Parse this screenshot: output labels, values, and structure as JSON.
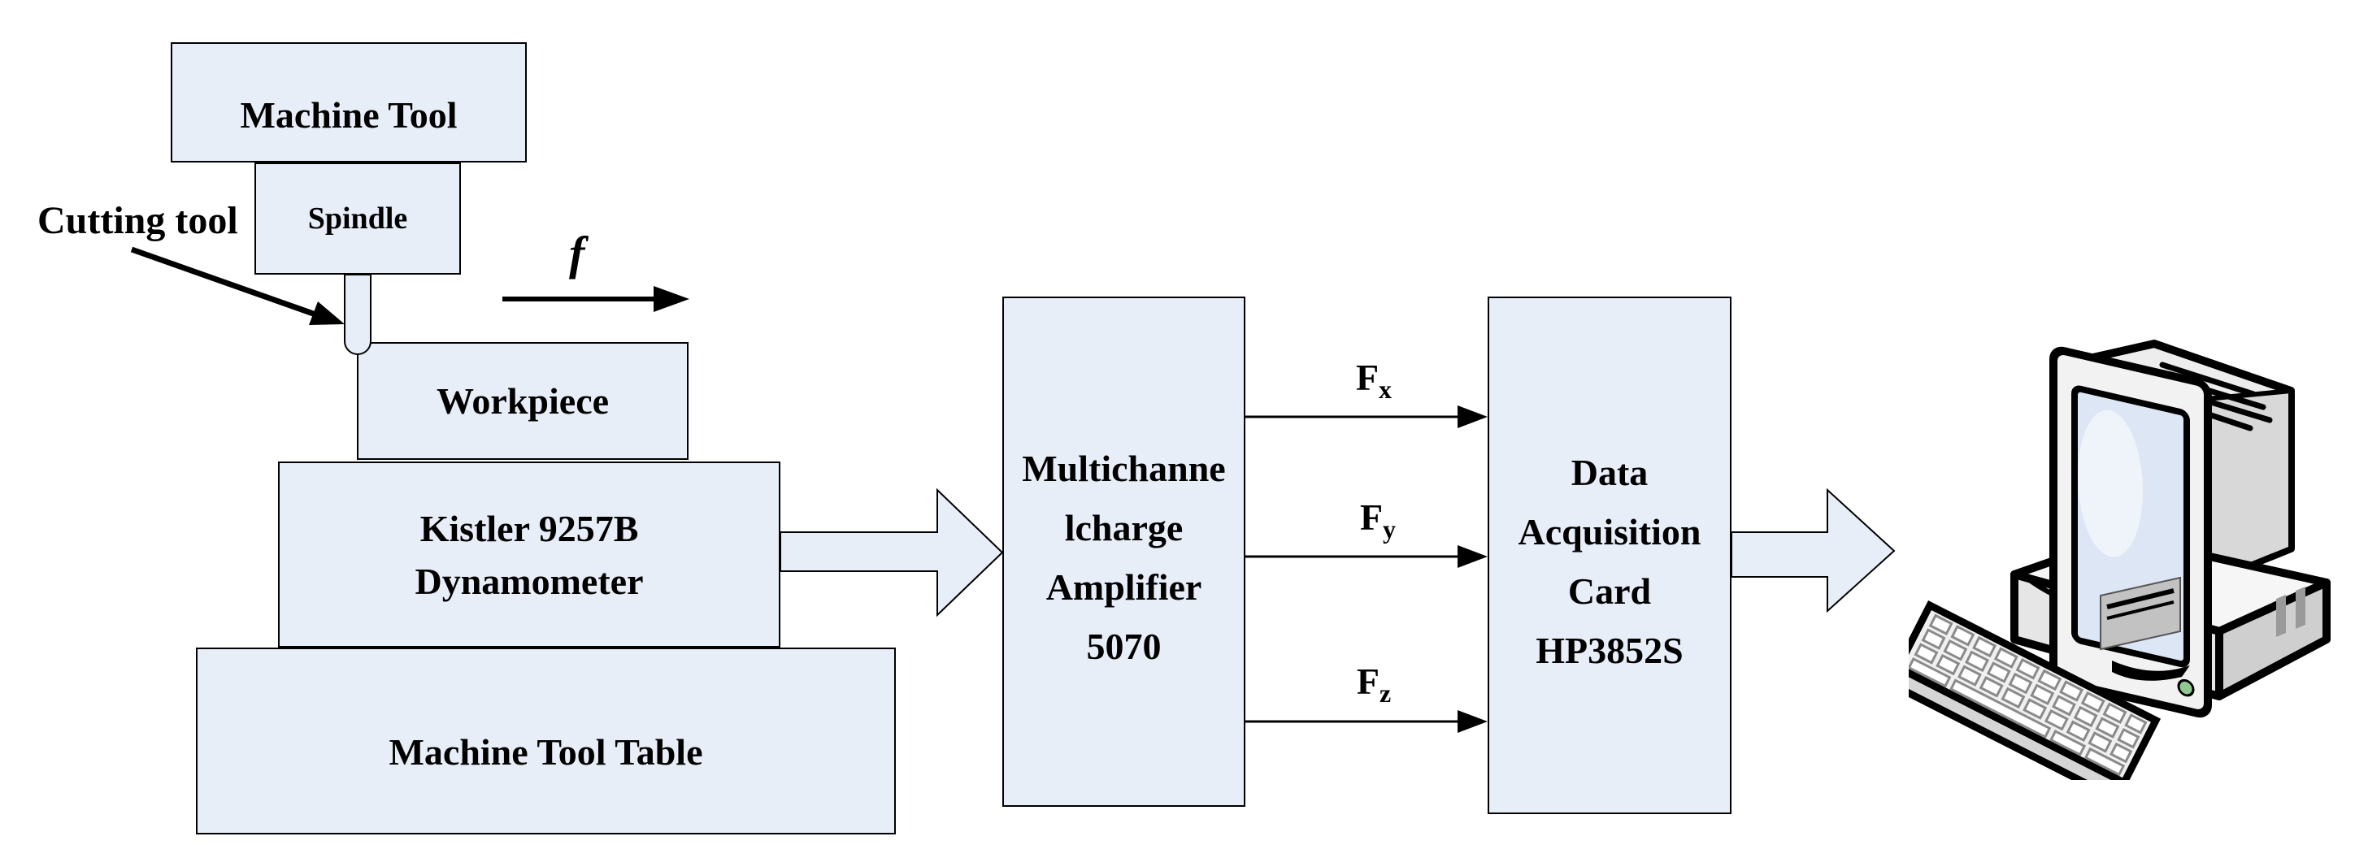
{
  "palette": {
    "box_fill": "#e8eef8",
    "box_border": "#000000",
    "connector_color": "#000000",
    "screen_blue": "#dce6f4",
    "led_green": "#8fc98f"
  },
  "boxes": {
    "machine_tool": {
      "label": "Machine Tool"
    },
    "spindle": {
      "label": "Spindle"
    },
    "workpiece": {
      "label": "Workpiece"
    },
    "dynamometer": {
      "lines": [
        "Kistler 9257B",
        "Dynamometer"
      ]
    },
    "machine_tool_table": {
      "label": "Machine Tool Table"
    },
    "amplifier": {
      "lines": [
        "Multichanne",
        "lcharge",
        "Amplifier",
        "5070"
      ]
    },
    "daq": {
      "lines": [
        "Data",
        "Acquisition",
        "Card",
        "HP3852S"
      ]
    }
  },
  "labels": {
    "cutting_tool": "Cutting tool",
    "feed": "f",
    "forces": [
      {
        "main": "F",
        "sub": "x"
      },
      {
        "main": "F",
        "sub": "y"
      },
      {
        "main": "F",
        "sub": "z"
      }
    ]
  },
  "icons": {
    "computer": "desktop-computer-with-crt-monitor-and-keyboard"
  }
}
